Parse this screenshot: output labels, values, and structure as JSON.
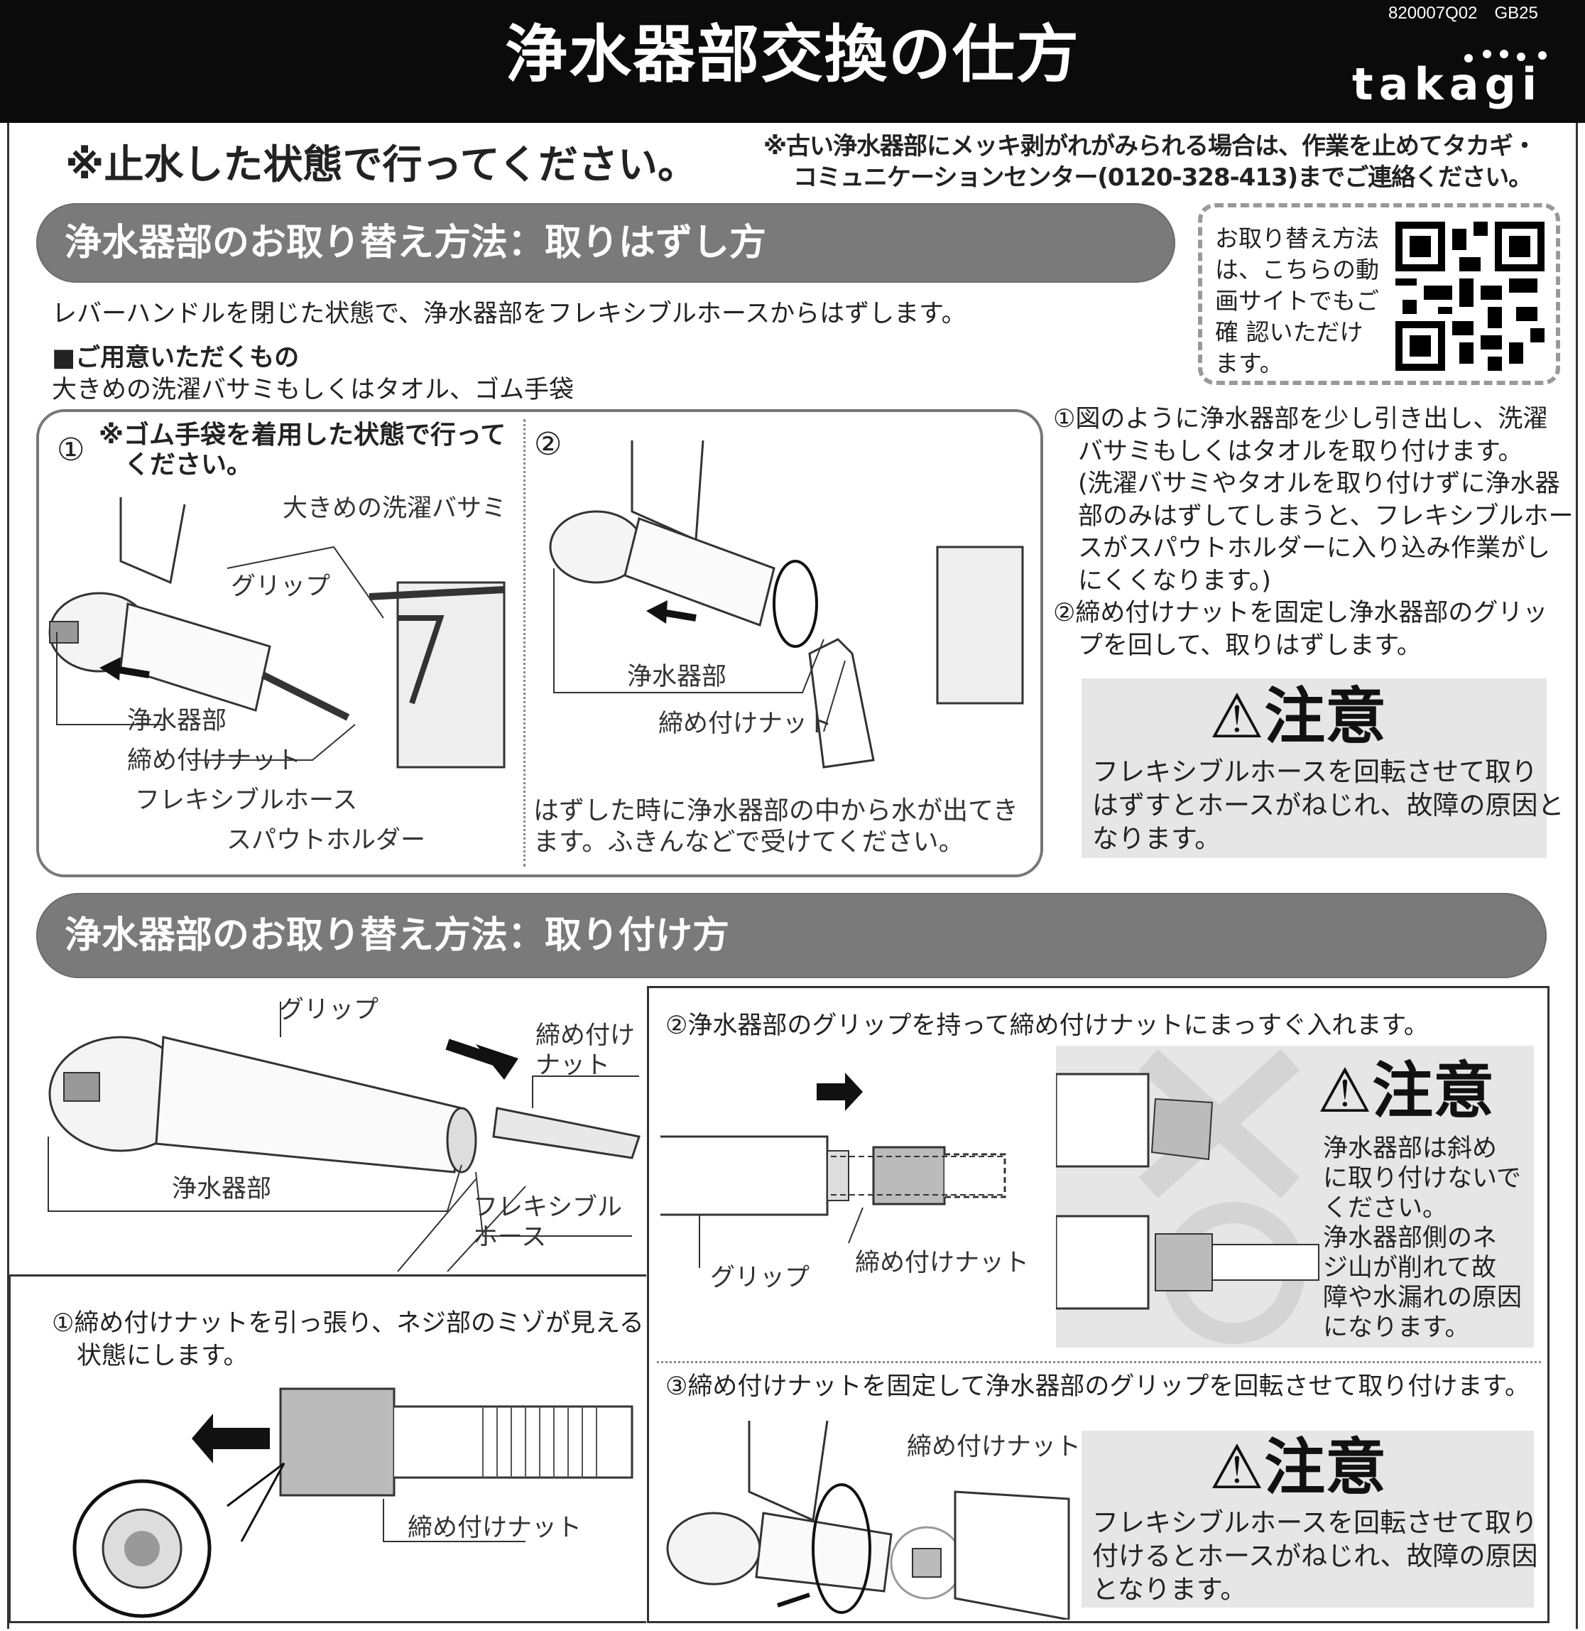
{
  "header": {
    "title": "浄水器部交換の仕方",
    "code": "820007Q02　GB25",
    "logo": "takagi"
  },
  "notice": {
    "main": "※止水した状態で行ってください。",
    "sub_line1": "※古い浄水器部にメッキ剥がれがみられる場合は、作業を止めてタカギ・",
    "sub_line2": "コミュニケーションセンター(0120-328-413)までご連絡ください。"
  },
  "qr": {
    "text": "お取り替え方法\nは、こちらの動\n画サイトでもご\n確 認いただけ\nます。"
  },
  "removal": {
    "heading": "浄水器部のお取り替え方法：取りはずし方",
    "intro": "レバーハンドルを閉じた状態で、浄水器部をフレキシブルホースからはずします。",
    "prepare_heading": "■ご用意いただくもの",
    "prepare_items": "大きめの洗濯バサミもしくはタオル、ゴム手袋",
    "step1": {
      "number": "①",
      "note": "※ゴム手袋を着用した状態で行って\n　ください。",
      "labels": {
        "clip": "大きめの洗濯バサミ",
        "grip": "グリップ",
        "purifier": "浄水器部",
        "nut": "締め付けナット",
        "hose": "フレキシブルホース",
        "holder": "スパウトホルダー"
      }
    },
    "step2": {
      "number": "②",
      "labels": {
        "purifier": "浄水器部",
        "nut": "締め付けナット"
      },
      "note": "はずした時に浄水器部の中から水が出てき\nます。ふきんなどで受けてください。"
    },
    "instructions": "①図のように浄水器部を少し引き出し、洗濯\n　バサミもしくはタオルを取り付けます。\n　(洗濯バサミやタオルを取り付けずに浄水器\n　部のみはずしてしまうと、フレキシブルホー\n　スがスパウトホルダーに入り込み作業がし\n　にくくなります。)\n②締め付けナットを固定し浄水器部のグリッ\n　プを回して、取りはずします。",
    "caution": {
      "title": "注意",
      "text": "フレキシブルホースを回転させて取り\nはずすとホースがねじれ、故障の原因と\nなります。"
    }
  },
  "install": {
    "heading": "浄水器部のお取り替え方法：取り付け方",
    "overview_labels": {
      "grip": "グリップ",
      "nut": "締め付け\nナット",
      "purifier": "浄水器部",
      "hose": "フレキシブル\nホース"
    },
    "step1": {
      "text": "①締め付けナットを引っ張り、ネジ部のミゾが見える\n　状態にします。",
      "nut_label": "締め付けナット"
    },
    "step2": {
      "text": "②浄水器部のグリップを持って締め付けナットにまっすぐ入れます。",
      "grip_label": "グリップ",
      "nut_label": "締め付けナット",
      "caution": {
        "title": "注意",
        "text": "浄水器部は斜め\nに取り付けないで\nください。\n浄水器部側のネ\nジ山が削れて故\n障や水漏れの原因\nになります。"
      }
    },
    "step3": {
      "text": "③締め付けナットを固定して浄水器部のグリップを回転させて取り付けます。",
      "nut_label": "締め付けナット",
      "caution": {
        "title": "注意",
        "text": "フレキシブルホースを回転させて取り\n付けるとホースがねじれ、故障の原因\nとなります。"
      }
    }
  },
  "colors": {
    "header_bg": "#0b0b0b",
    "band_bg": "#7a7a7a",
    "caution_bg": "#e6e6e6"
  }
}
